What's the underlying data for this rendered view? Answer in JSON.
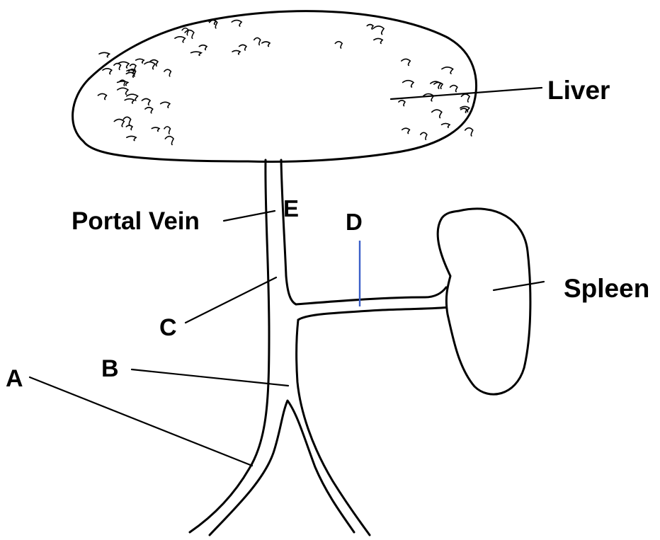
{
  "labels": {
    "liver": "Liver",
    "spleen": "Spleen",
    "portal_vein": "Portal Vein",
    "a": "A",
    "b": "B",
    "c": "C",
    "d": "D",
    "e": "E"
  },
  "colors": {
    "ink": "#000000",
    "d_leader": "#3a5fc8",
    "background": "#ffffff"
  }
}
